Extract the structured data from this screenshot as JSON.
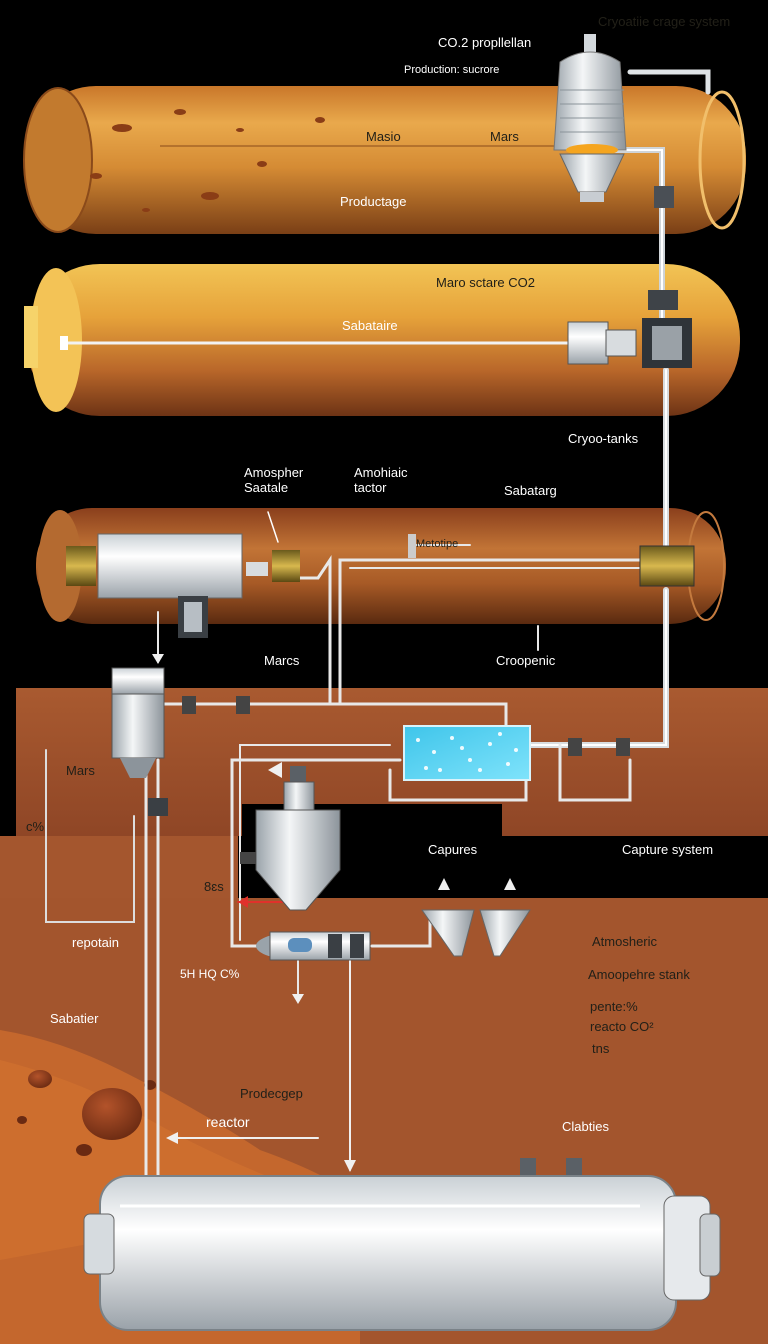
{
  "colors": {
    "background": "#000000",
    "tank_amber": "#e0a040",
    "tank_rust": "#a85a22",
    "ground": "#a85a30",
    "pipe": "#e8e8e8",
    "ice_blue": "#4ad0f0"
  },
  "labels": {
    "cryogenic_storage": "Cryoatiie crage system",
    "co2_propellant": "CO.2 propllellan",
    "production_storage": "Production: sucrore",
    "masio": "Masio",
    "mars_top": "Mars",
    "productage": "Productage",
    "maro_storage_co2": "Maro sctare CO2",
    "sabataire": "Sabataire",
    "cryoo_tanks": "Cryoo-tanks",
    "atmospher_sabatie": "Amospher\nSaatale",
    "amohiaic_tactor": "Amohiaic\ntactor",
    "sabatarg": "Sabatarg",
    "metotipe": "Metotipe",
    "marcs": "Marcs",
    "croopenic": "Croopenic",
    "mars_left": "Mars",
    "percent": "c%",
    "capures": "Capures",
    "capture_system": "Capture system",
    "sat": "8ɛs",
    "repotain": "repotain",
    "atmosheric": "Atmosheric",
    "stack_line": "5H HQ C%",
    "amoopehre_tank": "Amoopehre stank",
    "pente": "pente:%",
    "reacto_co2": "reacto CO²",
    "tns": "tns",
    "sabatier": "Sabatier",
    "prodecgep": "Prodecgep",
    "reactor": "reactor",
    "clabties": "Clabties"
  }
}
